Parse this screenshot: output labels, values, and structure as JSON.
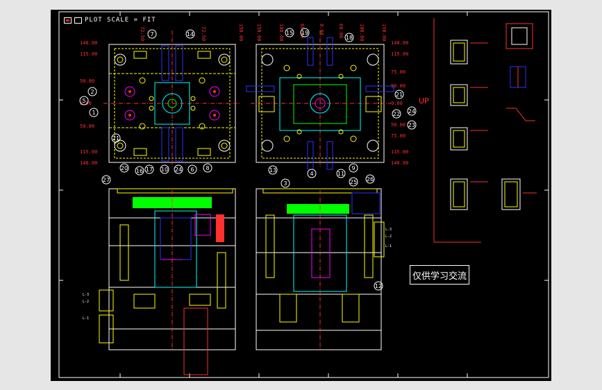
{
  "header": {
    "title": "PLOT SCALE = FIT",
    "icon_left": "plot-icon",
    "icon_right": "window-icon"
  },
  "note": {
    "text": "仅供学习交流"
  },
  "up_label": "UP",
  "colors": {
    "background": "#000000",
    "frame": "#ffffff",
    "dimension": "#ff3030",
    "yellow": "#ffff00",
    "cyan": "#00ffff",
    "green": "#00ff00",
    "magenta": "#ff00ff",
    "blue": "#3030ff"
  },
  "top_left_view": {
    "top_dims": [
      "72.50",
      "72.50"
    ],
    "left_dims": [
      "140.00",
      "115.00",
      "50.00",
      "0.00",
      "50.00",
      "115.00",
      "140.00"
    ],
    "balloons": [
      "7",
      "14",
      "2",
      "5",
      "1",
      "21",
      "20",
      "16",
      "17",
      "10",
      "24",
      "6",
      "8"
    ]
  },
  "top_right_view": {
    "top_dims": [
      "150.00",
      "150.00",
      "100.00",
      "60.00",
      "0.00",
      "60.00",
      "100.00",
      "150.00"
    ],
    "right_dims": [
      "140.00",
      "115.00",
      "75.00",
      "50.00",
      "0.00",
      "50.00",
      "75.00",
      "115.00",
      "140.00"
    ],
    "balloons": [
      "15",
      "19",
      "18",
      "21",
      "22",
      "24",
      "23",
      "13",
      "4",
      "11",
      "9"
    ]
  },
  "bottom_left_view": {
    "balloons": [
      "27"
    ],
    "side_labels": [
      "L-3",
      "L-2",
      "L-1"
    ]
  },
  "bottom_right_view": {
    "balloons": [
      "3",
      "25",
      "26",
      "12"
    ],
    "side_labels": [
      "L-3",
      "L-2",
      "L-1"
    ]
  }
}
